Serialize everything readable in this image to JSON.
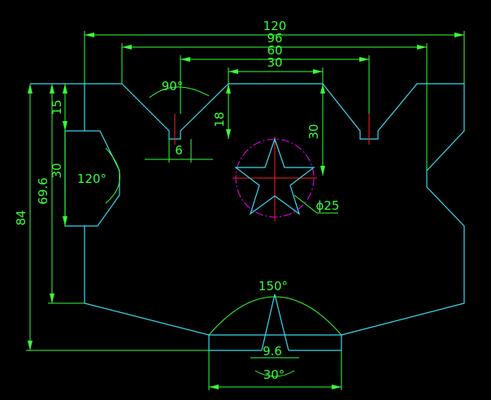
{
  "drawing": {
    "colors": {
      "background": "#000000",
      "outline": "#3bd8f0",
      "dimension": "#39ff3a",
      "centerline": "#ff2020",
      "circle": "#e000e0"
    },
    "dimensions": {
      "overall_width": "120",
      "inner_width_96": "96",
      "inner_width_60": "60",
      "slot_width_30": "30",
      "v_angle": "90°",
      "slot_width_6": "6",
      "notch_depth_18": "18",
      "slot_depth_30": "30",
      "top_offset_15": "15",
      "side_30": "30",
      "side_angle": "120°",
      "height_69_6": "69.6",
      "overall_height": "84",
      "circle_dia": "ϕ25",
      "arc_angle": "150°",
      "bottom_width": "9.6",
      "bottom_angle": "30°"
    }
  }
}
